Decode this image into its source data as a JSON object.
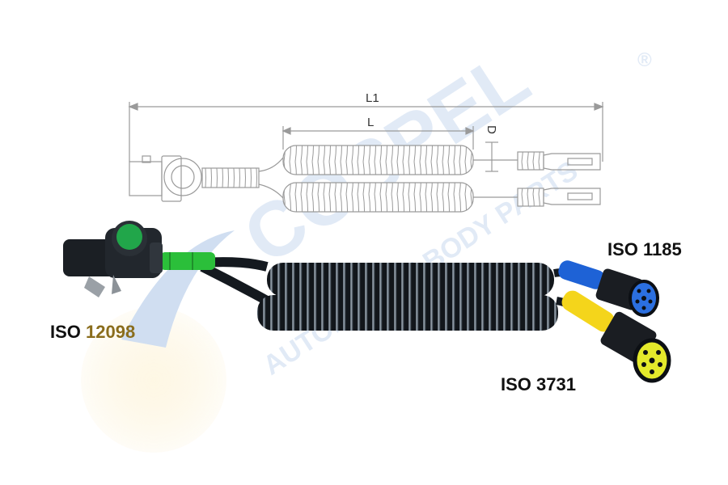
{
  "diagram": {
    "dimensions": {
      "l1": "L1",
      "l": "L",
      "d": "D"
    },
    "labels": {
      "iso_1185": "ISO 1185",
      "iso_3731": "ISO 3731",
      "iso_12098_prefix": "ISO ",
      "iso_12098_number": "12098"
    }
  },
  "watermark": {
    "brand": "COSPEL",
    "registered": "®",
    "tagline": "AUTOMOTIVE BODY PARTS"
  },
  "colors": {
    "ink": "#111111",
    "outline": "#9a9a9a",
    "iso_12098_number": "#8a6d1c",
    "watermark_blue": "#7da5d6",
    "watermark_yellow": "#fbe7b3",
    "cable": "#14191f",
    "green_band": "#2bbf3a",
    "blue_plug": "#1e62d6",
    "yellow_plug": "#f4d51b"
  }
}
